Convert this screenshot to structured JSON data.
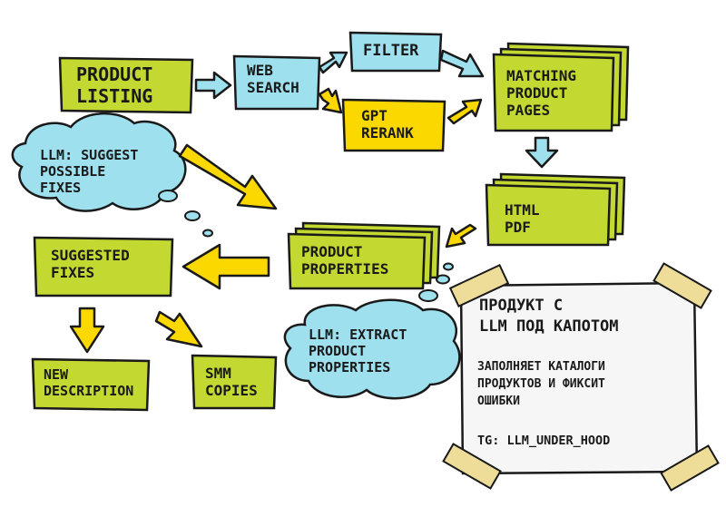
{
  "colors": {
    "green": "#c3d830",
    "cyan": "#9ee0ee",
    "yellow": "#fbd800",
    "outline": "#1a1a1a",
    "note": "#f6f6f6",
    "tape": "#eedd99"
  },
  "nodes": {
    "product_listing": "PRODUCT\nLISTING",
    "web_search": "WEB\nSEARCH",
    "filter": "FILTER",
    "gpt_rerank": "GPT\nRERANK",
    "matching_pages": "MATCHING\nPRODUCT\nPAGES",
    "html_pdf": "HTML\nPDF",
    "product_properties": "PRODUCT\nPROPERTIES",
    "suggested_fixes": "SUGGESTED\nFIXES",
    "new_description": "NEW\nDESCRIPTION",
    "smm_copies": "SMM\nCOPIES"
  },
  "clouds": {
    "suggest": "LLM: SUGGEST\nPOSSIBLE\nFIXES",
    "extract": "LLM: EXTRACT\nPRODUCT\nPROPERTIES"
  },
  "note": {
    "title": "ПРОДУКТ С\nLLM ПОД КАПОТОМ",
    "body": "ЗАПОЛНЯЕТ КАТАЛОГИ\nПРОДУКТОВ И ФИКСИТ\nОШИБКИ",
    "tg": "TG: LLM_UNDER_HOOD"
  }
}
